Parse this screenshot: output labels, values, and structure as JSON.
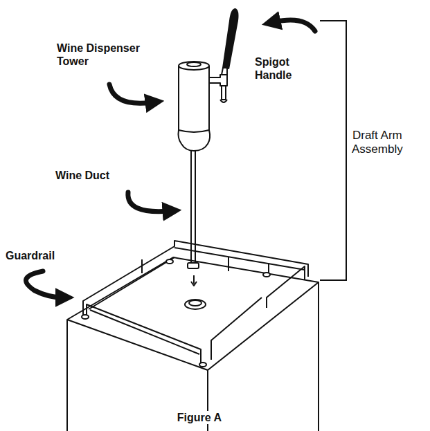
{
  "diagram": {
    "caption": "Figure A",
    "labels": [
      "Wine Dispenser Tower",
      "Spigot Handle",
      "Wine Duct",
      "Guardrail",
      "Draft Arm Assembly"
    ]
  }
}
